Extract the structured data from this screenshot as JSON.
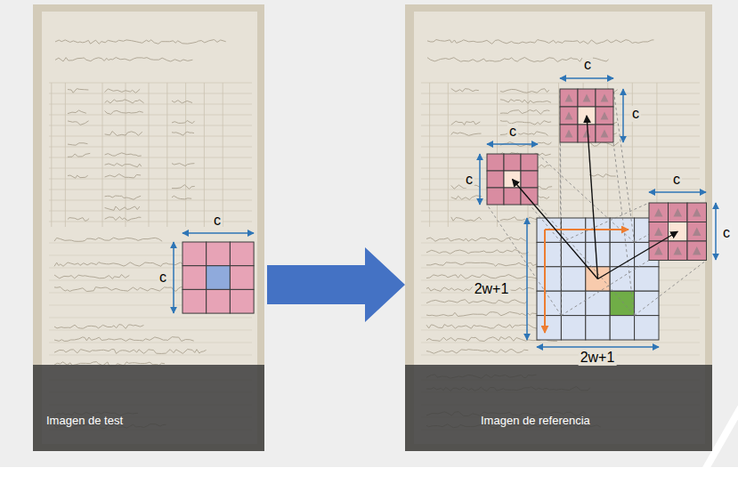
{
  "diagram": {
    "nodes": [
      {
        "text": [
          "Imagen de test"
        ]
      },
      {
        "text": [
          "Imagen de referencia"
        ]
      }
    ],
    "edges": [
      {
        "from": 0,
        "to": 1,
        "arrow": "to"
      }
    ],
    "labels": [
      "c",
      "c",
      "c",
      "c",
      "c",
      "c",
      "c",
      "c",
      "2w+1",
      "2w+1"
    ]
  }
}
